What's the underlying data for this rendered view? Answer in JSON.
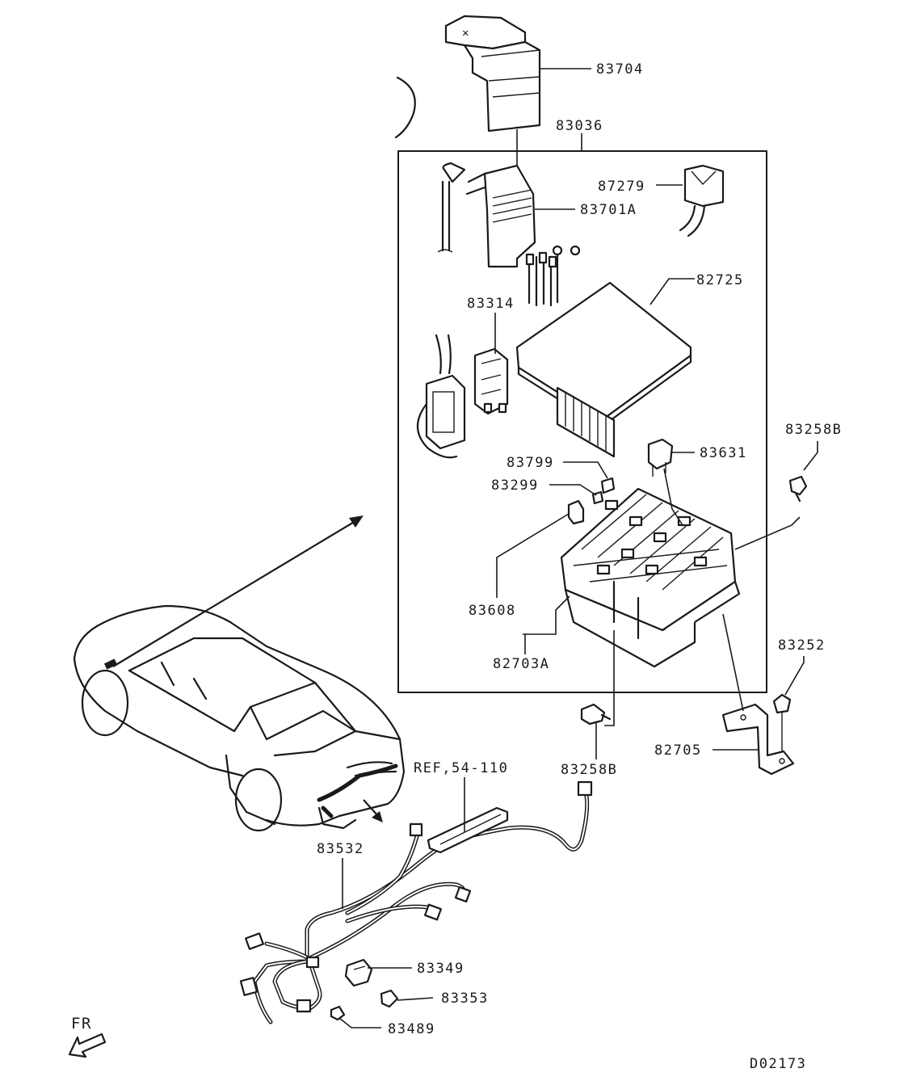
{
  "diagram": {
    "drawing_code": "D02173",
    "direction_label": "FR",
    "ref_label": "REF,54-110"
  },
  "parts": [
    {
      "number": "83704"
    },
    {
      "number": "83036"
    },
    {
      "number": "87279"
    },
    {
      "number": "83701A"
    },
    {
      "number": "82725"
    },
    {
      "number": "83314"
    },
    {
      "number": "83631"
    },
    {
      "number": "83258B"
    },
    {
      "number": "83799"
    },
    {
      "number": "83299"
    },
    {
      "number": "83608"
    },
    {
      "number": "82703A"
    },
    {
      "number": "83252"
    },
    {
      "number": "83258B"
    },
    {
      "number": "82705"
    },
    {
      "number": "83532"
    },
    {
      "number": "83349"
    },
    {
      "number": "83353"
    },
    {
      "number": "83489"
    }
  ]
}
